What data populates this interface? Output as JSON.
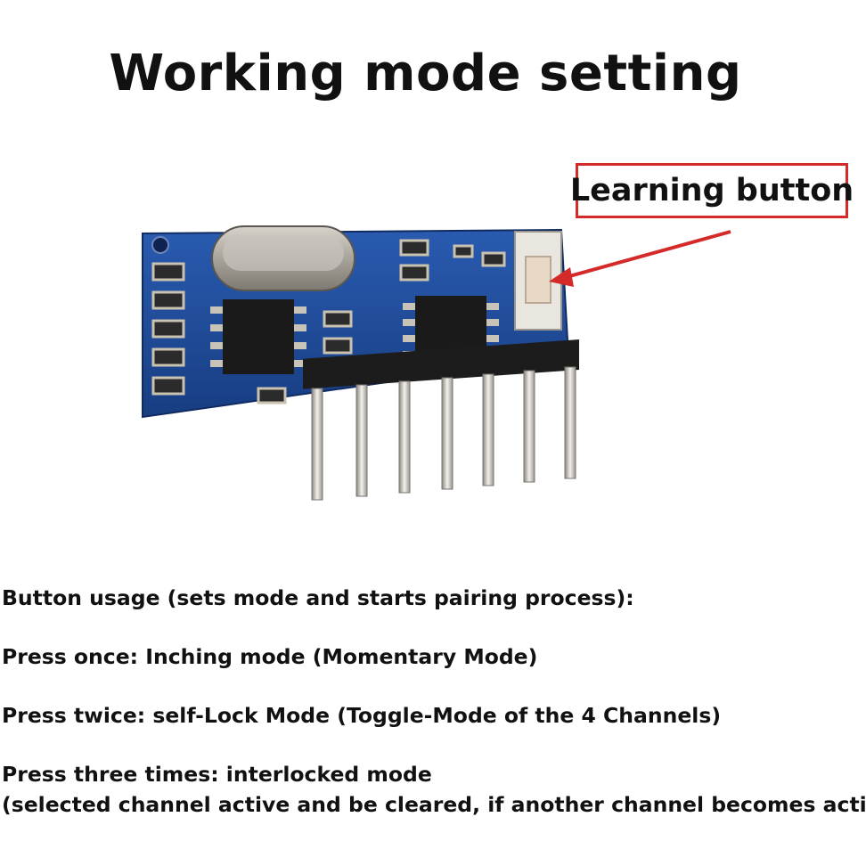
{
  "title": "Working mode setting",
  "callout": {
    "label": "Learning button",
    "border_color": "#d42a2a"
  },
  "board": {
    "pcb_color": "#1f4d9a",
    "pin_count": 7
  },
  "instructions": {
    "heading": "Button usage (sets mode and starts pairing process):",
    "once": "Press once: Inching mode (Momentary Mode)",
    "twice": "Press twice: self-Lock Mode (Toggle-Mode of the 4 Channels)",
    "three": "Press three times: interlocked mode",
    "three_note": "(selected channel active and be cleared, if another channel becomes active)"
  }
}
